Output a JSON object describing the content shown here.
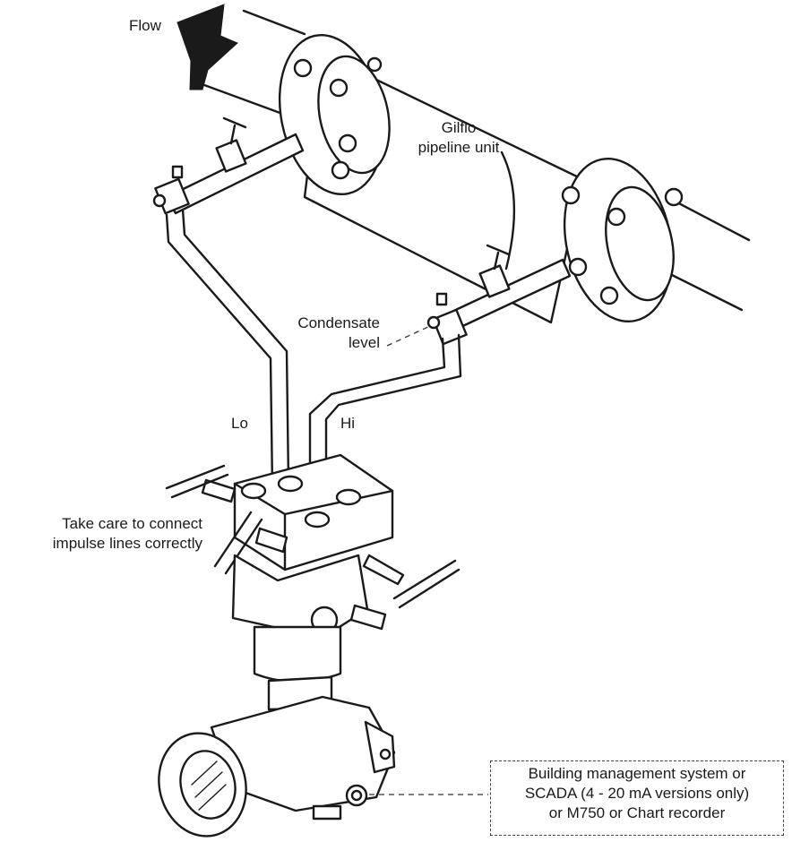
{
  "labels": {
    "flow": "Flow",
    "unit_line1": "Gilflo",
    "unit_line2": "pipeline unit",
    "condensate_line1": "Condensate",
    "condensate_line2": "level",
    "lo": "Lo",
    "hi": "Hi",
    "care_line1": "Take care to connect",
    "care_line2": "impulse lines correctly",
    "output_line1": "Building management system or",
    "output_line2": "SCADA (4 - 20 mA versions only)",
    "output_line3": "or M750 or Chart recorder"
  },
  "colors": {
    "line": "#1a1a1a",
    "background": "#ffffff",
    "arrow": "#1a1a1a"
  },
  "icons": {
    "flow_direction": "flow-arrow-icon"
  }
}
